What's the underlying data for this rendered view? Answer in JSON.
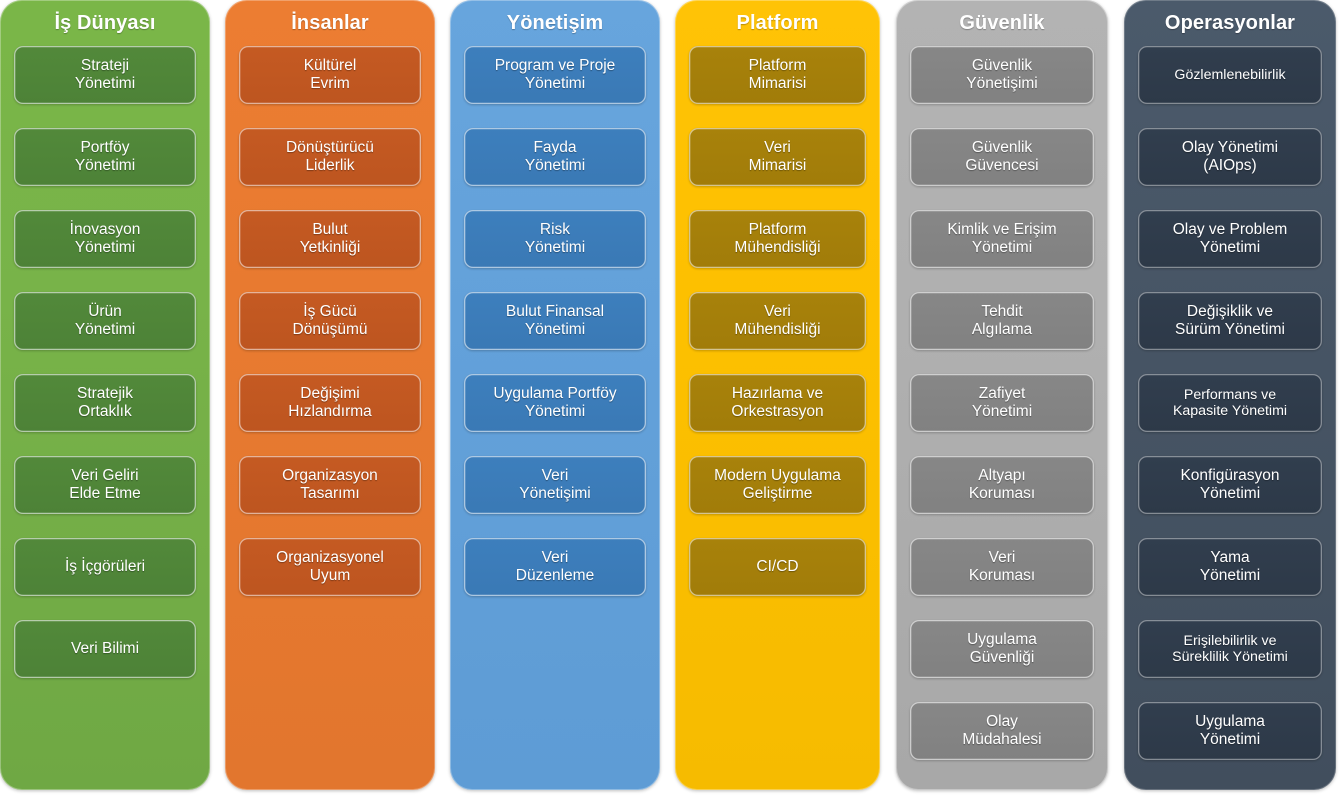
{
  "diagram": {
    "title_present": false,
    "columns": [
      {
        "header": "İş Dünyası",
        "color": "#7ab648",
        "card_color": "#52893a",
        "theme": "green",
        "cards": [
          "Strateji\nYönetimi",
          "Portföy\nYönetimi",
          "İnovasyon\nYönetimi",
          "Ürün\nYönetimi",
          "Stratejik\nOrtaklık",
          "Veri Geliri\nElde Etme",
          "İş İçgörüleri",
          "Veri Bilimi"
        ]
      },
      {
        "header": "İnsanlar",
        "color": "#ec7d32",
        "card_color": "#c55a22",
        "theme": "orange",
        "cards": [
          "Kültürel\nEvrim",
          "Dönüştürücü\nLiderlik",
          "Bulut\nYetkinliği",
          "İş Gücü\nDönüşümü",
          "Değişimi\nHızlandırma",
          "Organizasyon\nTasarımı",
          "Organizasyonel\nUyum"
        ]
      },
      {
        "header": "Yönetişim",
        "color": "#67a5dd",
        "card_color": "#3d7fbd",
        "theme": "blue",
        "cards": [
          "Program ve Proje\nYönetimi",
          "Fayda\nYönetimi",
          "Risk\nYönetimi",
          "Bulut Finansal\nYönetimi",
          "Uygulama Portföy\nYönetimi",
          "Veri\nYönetişimi",
          "Veri\nDüzenleme"
        ]
      },
      {
        "header": "Platform",
        "color": "#ffc306",
        "card_color": "#a8820b",
        "theme": "gold",
        "cards": [
          "Platform\nMimarisi",
          "Veri\nMimarisi",
          "Platform\nMühendisliği",
          "Veri\nMühendisliği",
          "Hazırlama ve\nOrkestrasyon",
          "Modern Uygulama\nGeliştirme",
          "CI/CD"
        ]
      },
      {
        "header": "Güvenlik",
        "color": "#b3b3b3",
        "card_color": "#878787",
        "theme": "gray",
        "cards": [
          "Güvenlik\nYönetişimi",
          "Güvenlik\nGüvencesi",
          "Kimlik ve Erişim\nYönetimi",
          "Tehdit\nAlgılama",
          "Zafiyet\nYönetimi",
          "Altyapı\nKoruması",
          "Veri\nKoruması",
          "Uygulama\nGüvenliği",
          "Olay\nMüdahalesi"
        ]
      },
      {
        "header": "Operasyonlar",
        "color": "#4b5a6b",
        "card_color": "#313e4e",
        "theme": "navy",
        "cards": [
          "Gözlemlenebilirlik",
          "Olay Yönetimi\n(AIOps)",
          "Olay ve Problem\nYönetimi",
          "Değişiklik ve\nSürüm Yönetimi",
          "Performans ve\nKapasite Yönetimi",
          "Konfigürasyon\nYönetimi",
          "Yama\nYönetimi",
          "Erişilebilirlik ve\nSüreklilik Yönetimi",
          "Uygulama\nYönetimi"
        ]
      }
    ]
  }
}
